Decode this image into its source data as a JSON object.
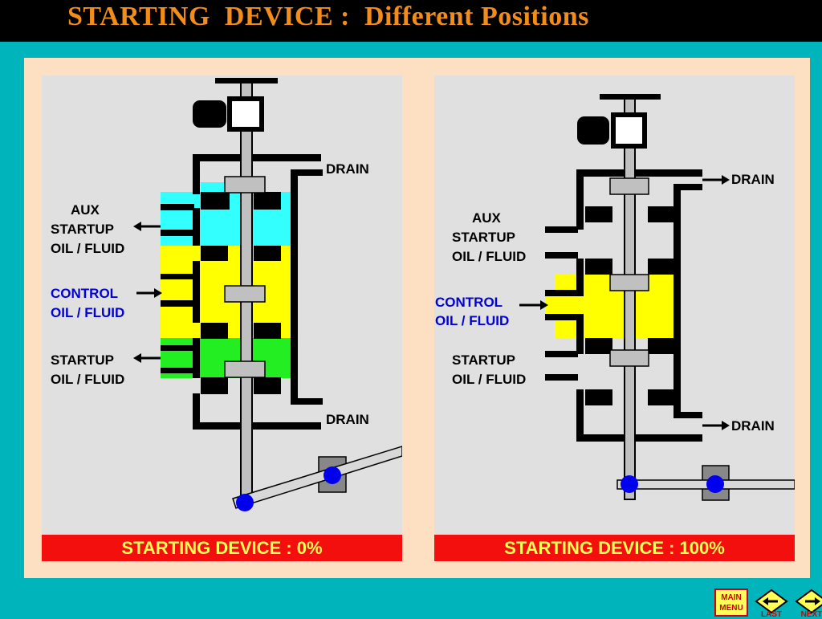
{
  "title": "STARTING  DEVICE :  Different Positions",
  "panels": [
    {
      "caption": "STARTING DEVICE : 0%",
      "labels": {
        "drain_top": "DRAIN",
        "drain_bottom": "DRAIN",
        "aux_line1": "AUX",
        "aux_line2": "STARTUP",
        "aux_line3": "OIL / FLUID",
        "control_line1": "CONTROL",
        "control_line2": "OIL / FLUID",
        "startup_line1": "STARTUP",
        "startup_line2": "OIL / FLUID"
      }
    },
    {
      "caption": "STARTING DEVICE : 100%",
      "labels": {
        "drain_top": "DRAIN",
        "drain_bottom": "DRAIN",
        "aux_line1": "AUX",
        "aux_line2": "STARTUP",
        "aux_line3": "OIL / FLUID",
        "control_line1": "CONTROL",
        "control_line2": "OIL / FLUID",
        "startup_line1": "STARTUP",
        "startup_line2": "OIL / FLUID"
      }
    }
  ],
  "nav": {
    "main_line1": "MAIN",
    "main_line2": "MENU",
    "last": "LAST",
    "next": "NEXT"
  },
  "colors": {
    "background": "#00b4bc",
    "title": "#f28c1a",
    "frame": "#fde0c2",
    "panel": "#e0e0e0",
    "caption_bg": "#f40f0f",
    "caption_text": "#ffff55",
    "aux_fluid": "#33ffff",
    "control_fluid": "#ffff00",
    "startup_fluid": "#22ee22",
    "pivot": "#0000ee",
    "control_label": "#0000d8"
  }
}
